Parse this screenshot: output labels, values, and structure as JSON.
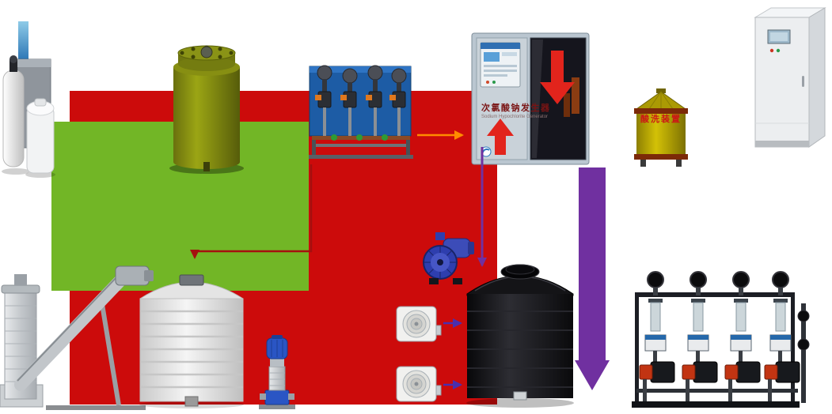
{
  "diagram": {
    "type": "process-flow-equipment-diagram",
    "labels": {
      "generator_title": "次氯酸钠发生器",
      "generator_subtitle": "Sodium Hypochlorite Generator",
      "acid_wash_title": "酸洗装置"
    },
    "zones": {
      "red": "#cc0b0b",
      "green": "#72b626"
    },
    "arrows": [
      {
        "name": "skid-to-white-tank-arrow",
        "color": "#a50f0f",
        "direction": "down"
      },
      {
        "name": "skid-to-generator-arrow",
        "color": "#ff8c00",
        "direction": "right"
      },
      {
        "name": "generator-to-black-tank-arrow",
        "color": "#7030a0",
        "direction": "down"
      },
      {
        "name": "generator-output-band-arrow",
        "color": "#7030a0",
        "direction": "down"
      },
      {
        "name": "blower-1-to-black-tank-arrow",
        "color": "#4a2fae",
        "direction": "right"
      },
      {
        "name": "blower-2-to-black-tank-arrow",
        "color": "#4a2fae",
        "direction": "right"
      }
    ],
    "equipment": [
      {
        "id": "water-softener",
        "name": "water softener / filter unit"
      },
      {
        "id": "chemical-mixing-tank",
        "name": "olive chemical mixing tank"
      },
      {
        "id": "metering-pump-skid",
        "name": "blue metering pump skid"
      },
      {
        "id": "hypochlorite-generator",
        "name": "sodium hypochlorite generator cabinet"
      },
      {
        "id": "acid-wash-unit",
        "name": "acid washing tank"
      },
      {
        "id": "control-cabinet",
        "name": "electrical control cabinet"
      },
      {
        "id": "screw-conveyor",
        "name": "screw conveyor feeder"
      },
      {
        "id": "white-storage-tank",
        "name": "white ribbed storage tank"
      },
      {
        "id": "vertical-multistage-pump",
        "name": "vertical multistage pump"
      },
      {
        "id": "centrifugal-pump",
        "name": "blue centrifugal pump"
      },
      {
        "id": "blower-1",
        "name": "blower fan"
      },
      {
        "id": "blower-2",
        "name": "blower fan"
      },
      {
        "id": "black-storage-tank",
        "name": "black storage tank"
      },
      {
        "id": "dosing-pump-skid",
        "name": "multi-pump chemical dosing skid"
      }
    ]
  }
}
